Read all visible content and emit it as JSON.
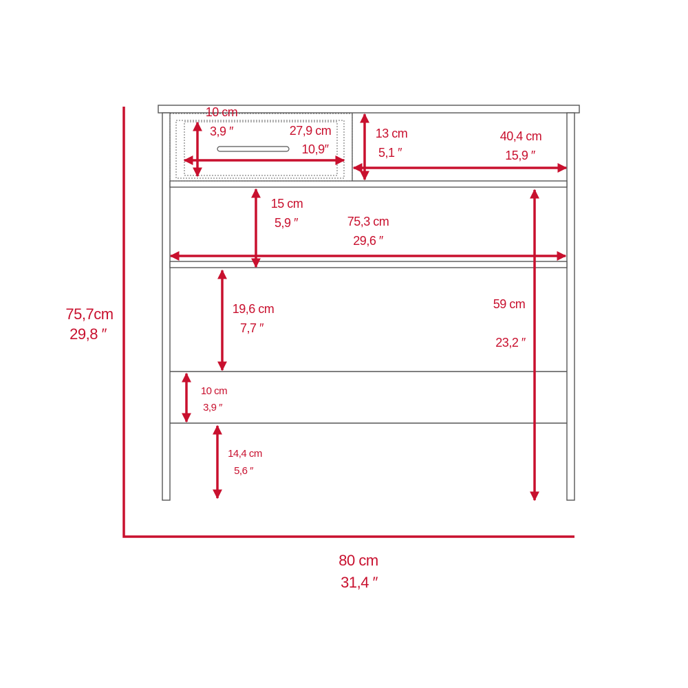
{
  "accent_color": "#c8102e",
  "dimensions": {
    "overall_height": {
      "cm": "75,7cm",
      "in": "29,8 ″"
    },
    "overall_width": {
      "cm": "80 cm",
      "in": "31,4 ″"
    },
    "drawer_height": {
      "cm": "10 cm",
      "in": "3,9 ″"
    },
    "drawer_width": {
      "cm": "27,9 cm",
      "in": "10,9″"
    },
    "cubby_height": {
      "cm": "13 cm",
      "in": "5,1 ″"
    },
    "cubby_width": {
      "cm": "40,4 cm",
      "in": "15,9 ″"
    },
    "upper_shelf_height": {
      "cm": "15 cm",
      "in": "5,9 ″"
    },
    "inner_width": {
      "cm": "75,3 cm",
      "in": "29,6 ″"
    },
    "middle_shelf_height": {
      "cm": "19,6 cm",
      "in": "7,7 ″"
    },
    "lower_shelf_height": {
      "cm": "10 cm",
      "in": "3,9 ″"
    },
    "floor_clearance": {
      "cm": "14,4 cm",
      "in": "5,6 ″"
    },
    "top_shelf_floor_height": {
      "cm": "59 cm",
      "in": "23,2 ″"
    }
  }
}
